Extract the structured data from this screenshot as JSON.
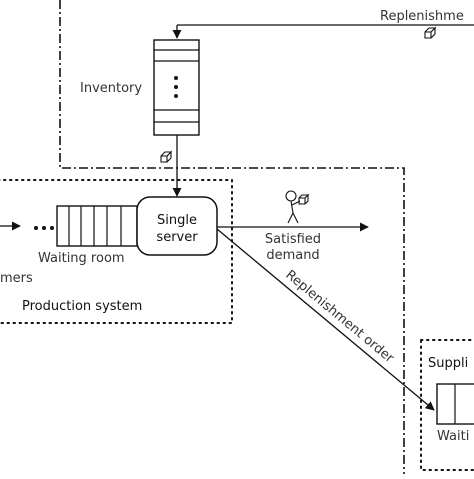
{
  "diagram": {
    "labels": {
      "replenishment_top": "Replenishme",
      "inventory": "Inventory",
      "single_server_line1": "Single",
      "single_server_line2": "server",
      "satisfied_line1": "Satisfied",
      "satisfied_line2": "demand",
      "waiting_room": "Waiting room",
      "customers_partial": "mers",
      "production_system": "Production system",
      "replenishment_order": "Replenishment order",
      "supplier_partial": "Suppli",
      "waiting_partial": "Waiti"
    },
    "colors": {
      "stroke": "#111111",
      "text": "#333333",
      "background": "#ffffff"
    }
  }
}
